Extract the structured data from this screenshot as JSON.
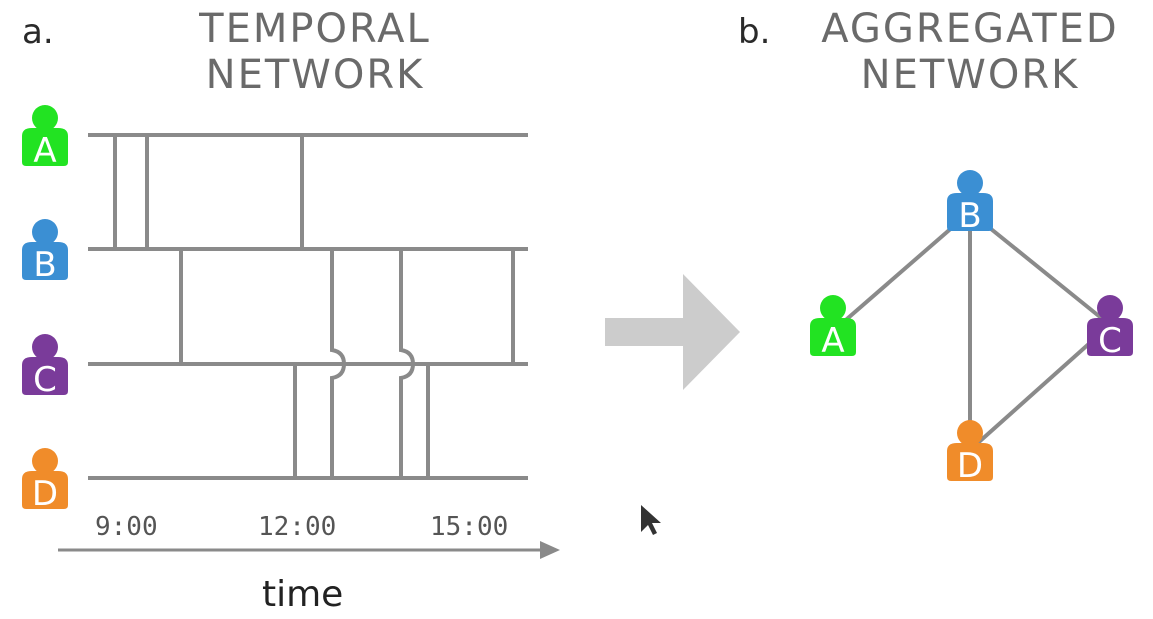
{
  "panel_a": {
    "letter": "a.",
    "title_line1": "TEMPORAL",
    "title_line2": "NETWORK"
  },
  "panel_b": {
    "letter": "b.",
    "title_line1": "AGGREGATED",
    "title_line2": "NETWORK"
  },
  "time_axis": {
    "label": "time",
    "ticks": [
      "9:00",
      "12:00",
      "15:00"
    ]
  },
  "nodes": [
    {
      "id": "A",
      "label": "A",
      "color": "#22e322"
    },
    {
      "id": "B",
      "label": "B",
      "color": "#3b8fd3"
    },
    {
      "id": "C",
      "label": "C",
      "color": "#7a3b9a"
    },
    {
      "id": "D",
      "label": "D",
      "color": "#f08c2a"
    }
  ],
  "aggregated_edges": [
    [
      "A",
      "B"
    ],
    [
      "B",
      "C"
    ],
    [
      "B",
      "D"
    ],
    [
      "C",
      "D"
    ]
  ],
  "arrow_color": "#cccccc",
  "line_color": "#8a8a8a"
}
